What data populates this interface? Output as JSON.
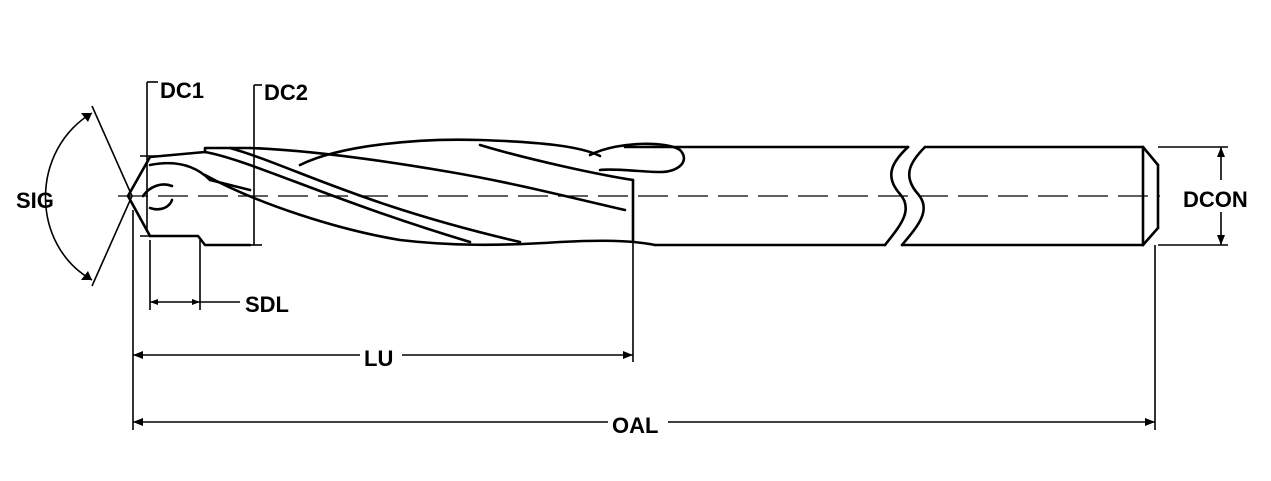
{
  "labels": {
    "dc1": "DC1",
    "dc2": "DC2",
    "sig": "SIG",
    "dcon": "DCON",
    "sdl": "SDL",
    "lu": "LU",
    "oal": "OAL"
  }
}
